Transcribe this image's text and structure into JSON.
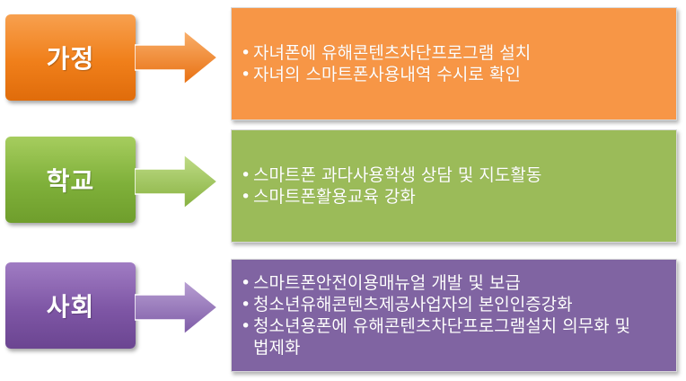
{
  "colors": {
    "orange_label": "#f07f1a",
    "orange_content": "#f79646",
    "green_label": "#7fb03a",
    "green_content": "#9bbb59",
    "purple_label": "#7e56a5",
    "purple_content": "#8064a2"
  },
  "bullet_symbol": "•",
  "rows": [
    {
      "label": "가정",
      "items": [
        "자녀폰에 유해콘텐츠차단프로그램 설치",
        "자녀의 스마트폰사용내역 수시로 확인"
      ]
    },
    {
      "label": "학교",
      "items": [
        "스마트폰 과다사용학생 상담 및 지도활동",
        "스마트폰활용교육 강화"
      ]
    },
    {
      "label": "사회",
      "items": [
        "스마트폰안전이용매뉴얼 개발 및 보급",
        "청소년유해콘텐츠제공사업자의 본인인증강화",
        "청소년용폰에 유해콘텐츠차단프로그램설치 의무화 및 법제화"
      ]
    }
  ]
}
